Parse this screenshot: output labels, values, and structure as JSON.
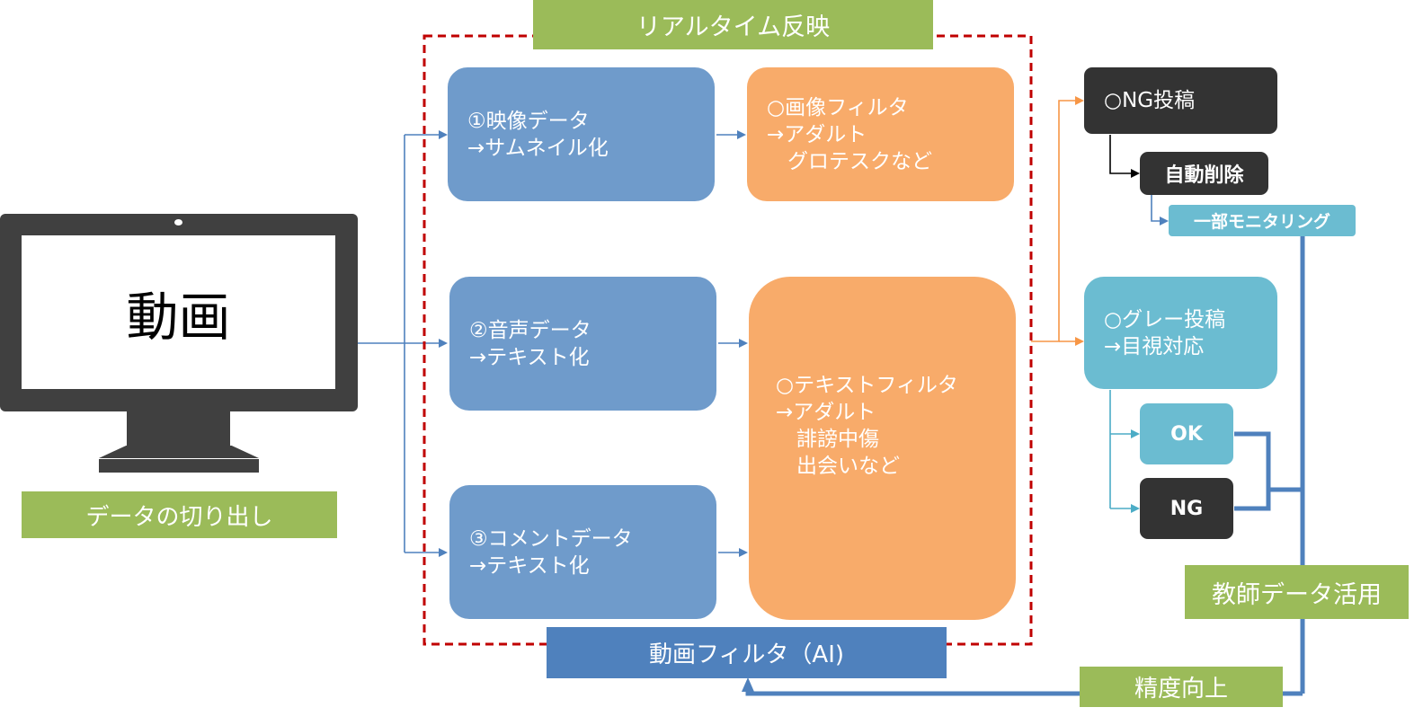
{
  "monitor": {
    "screen_text": "動画",
    "caption": "データの切り出し"
  },
  "realtime_label": "リアルタイム反映",
  "filter_label": "動画フィルタ（AI)",
  "inputs": [
    {
      "line1": "①映像データ",
      "line2": "→サムネイル化"
    },
    {
      "line1": "②音声データ",
      "line2": "→テキスト化"
    },
    {
      "line1": "③コメントデータ",
      "line2": "→テキスト化"
    }
  ],
  "image_filter": {
    "lines": [
      "○画像フィルタ",
      "→アダルト",
      "　グロテスクなど"
    ]
  },
  "text_filter": {
    "lines": [
      "○テキストフィルタ",
      "→アダルト",
      "　誹謗中傷",
      "　出会いなど"
    ]
  },
  "ng_post": {
    "label": "○NG投稿"
  },
  "auto_delete": {
    "label": "自動削除"
  },
  "partial_monitoring": {
    "label": "一部モニタリング"
  },
  "gray_post": {
    "line1": "○グレー投稿",
    "line2": "→目視対応"
  },
  "ok_label": "OK",
  "ng_label": "NG",
  "teacher_data": "教師データ活用",
  "accuracy": "精度向上",
  "colors": {
    "green": "#9bbb59",
    "blue": "#6f9bcb",
    "dark_blue": "#4f81bd",
    "orange": "#f8ab6a",
    "teal": "#6bbcd1",
    "dark": "#333333",
    "red_dash": "#c00000"
  }
}
